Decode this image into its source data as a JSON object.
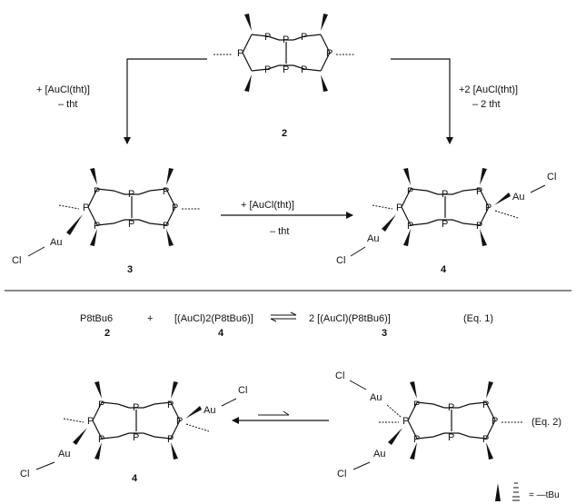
{
  "compounds": {
    "c2": "2",
    "c3": "3",
    "c4": "4"
  },
  "atoms": {
    "P": "P",
    "Au": "Au",
    "Cl": "Cl"
  },
  "arrows": {
    "left": {
      "line1": "+ [AuCl(tht)]",
      "line2": "– tht"
    },
    "middle": {
      "line1": "+ [AuCl(tht)]",
      "line2": "– tht"
    },
    "right": {
      "line1": "+2 [AuCl(tht)]",
      "line2": "– 2 tht"
    }
  },
  "eq1": {
    "reactant1": "P8tBu6",
    "plus": "+",
    "reactant2": "[(AuCl)2(P8tBu6)]",
    "product": "2 [(AuCl)(P8tBu6)]",
    "label": "(Eq. 1)",
    "num_reactant1": "2",
    "num_reactant2": "4",
    "num_product": "3"
  },
  "eq2": {
    "label": "(Eq. 2)",
    "num_left": "4"
  },
  "legend": {
    "text": "= —tBu"
  }
}
